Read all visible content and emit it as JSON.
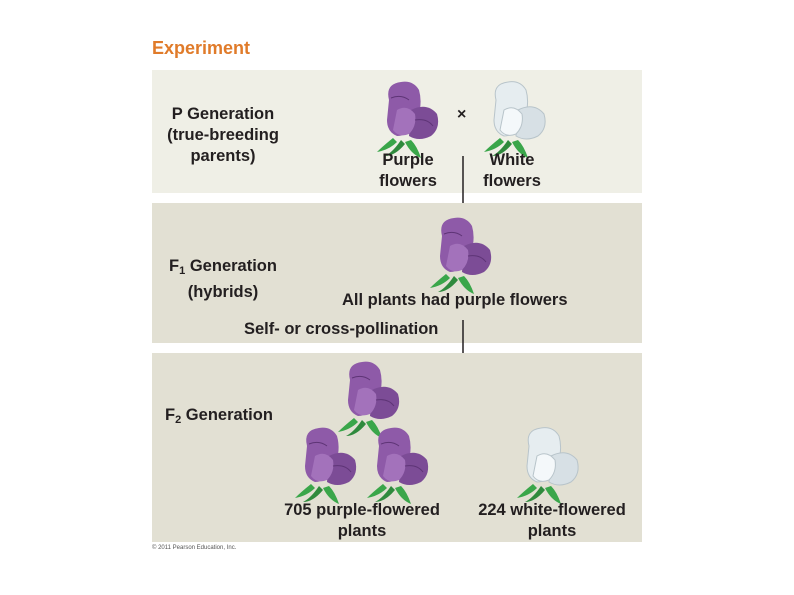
{
  "title": "Experiment",
  "p_generation": {
    "label_line1": "P Generation",
    "label_line2": "(true-breeding",
    "label_line3": "parents)",
    "cross_symbol": "×",
    "purple_line1": "Purple",
    "purple_line2": "flowers",
    "white_line1": "White",
    "white_line2": "flowers"
  },
  "f1_generation": {
    "label_prefix": "F",
    "label_sub": "1",
    "label_suffix": " Generation",
    "label_line2": "(hybrids)",
    "result": "All plants had purple flowers",
    "pollination": "Self- or cross-pollination"
  },
  "f2_generation": {
    "label_prefix": "F",
    "label_sub": "2",
    "label_suffix": " Generation",
    "purple_count_line1": "705 purple-flowered",
    "purple_count_line2": "plants",
    "white_count_line1": "224 white-flowered",
    "white_count_line2": "plants"
  },
  "copyright": "© 2011 Pearson Education, Inc.",
  "colors": {
    "title": "#e07b2a",
    "purple_flower": "#8e5aa8",
    "white_flower": "#e6edf0",
    "leaf": "#3aa64a"
  }
}
